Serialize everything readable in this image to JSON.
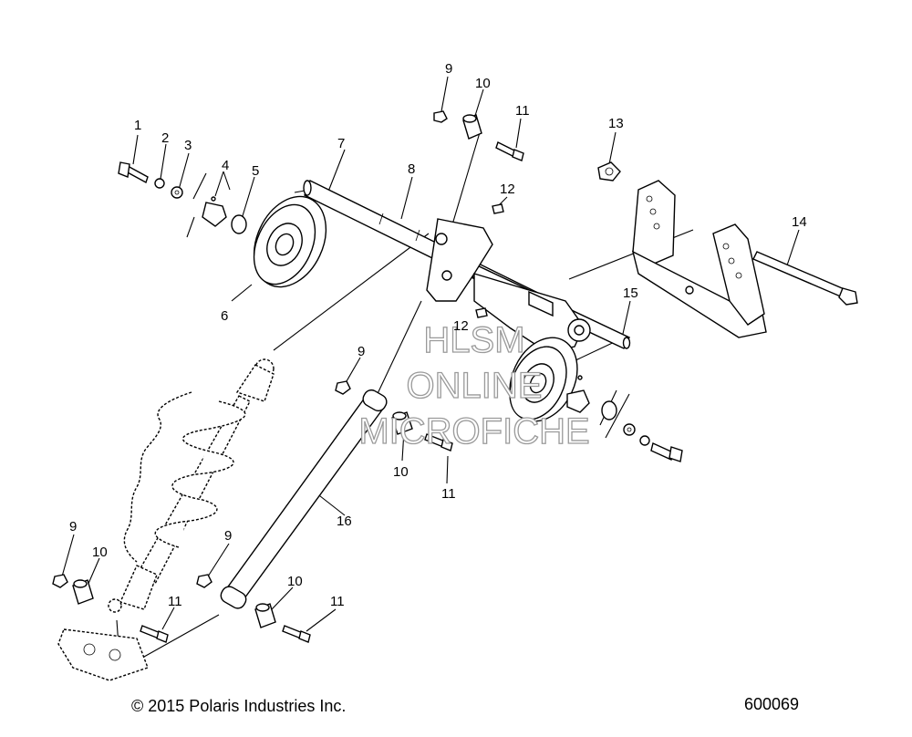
{
  "diagram": {
    "callouts": {
      "c1": "1",
      "c2": "2",
      "c3": "3",
      "c4": "4",
      "c5": "5",
      "c6": "6",
      "c7": "7",
      "c8": "8",
      "c9a": "9",
      "c10a": "10",
      "c11a": "11",
      "c12a": "12",
      "c13": "13",
      "c14": "14",
      "c15": "15",
      "c12b": "12",
      "c9b": "9",
      "c10b": "10",
      "c11b": "11",
      "c16": "16",
      "c9c": "9",
      "c10c": "10",
      "c11c": "11",
      "c9d": "9",
      "c10d": "10",
      "c11d": "11"
    },
    "watermark": {
      "line1": "HLSM",
      "line2": "ONLINE",
      "line3": "MICROFICHE"
    },
    "copyright": "© 2015 Polaris Industries Inc.",
    "figure_number": "600069"
  }
}
